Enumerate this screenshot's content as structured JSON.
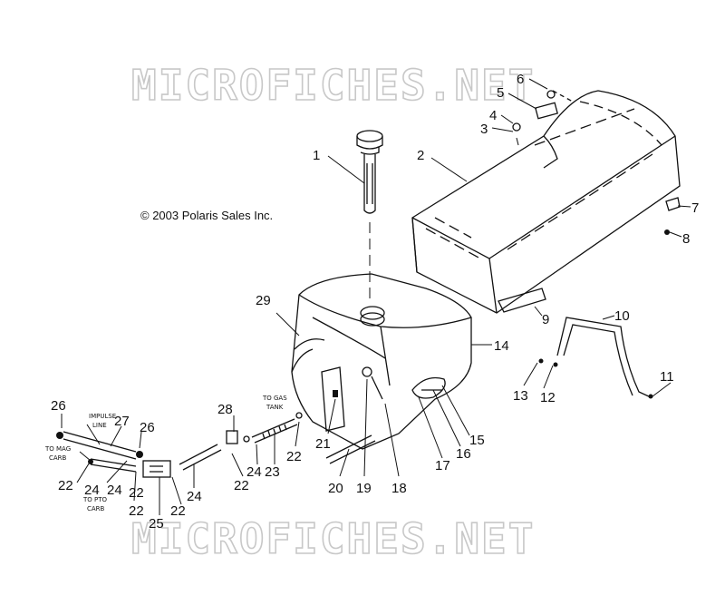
{
  "watermark": "MICROFICHES.NET",
  "copyright": "© 2003 Polaris Sales Inc.",
  "annotations": {
    "impulse_line": [
      "IMPULSE",
      "LINE"
    ],
    "to_mag_carb": [
      "TO MAG",
      "CARB"
    ],
    "to_pto_carb": [
      "TO PTO",
      "CARB"
    ],
    "to_gas_tank": [
      "TO GAS",
      "TANK"
    ]
  },
  "callouts": [
    "1",
    "2",
    "3",
    "4",
    "5",
    "6",
    "7",
    "8",
    "9",
    "10",
    "11",
    "12",
    "13",
    "14",
    "15",
    "16",
    "17",
    "18",
    "19",
    "20",
    "21",
    "22",
    "22",
    "22",
    "22",
    "22",
    "22",
    "23",
    "24",
    "24",
    "24",
    "24",
    "25",
    "26",
    "26",
    "27",
    "28",
    "29"
  ]
}
